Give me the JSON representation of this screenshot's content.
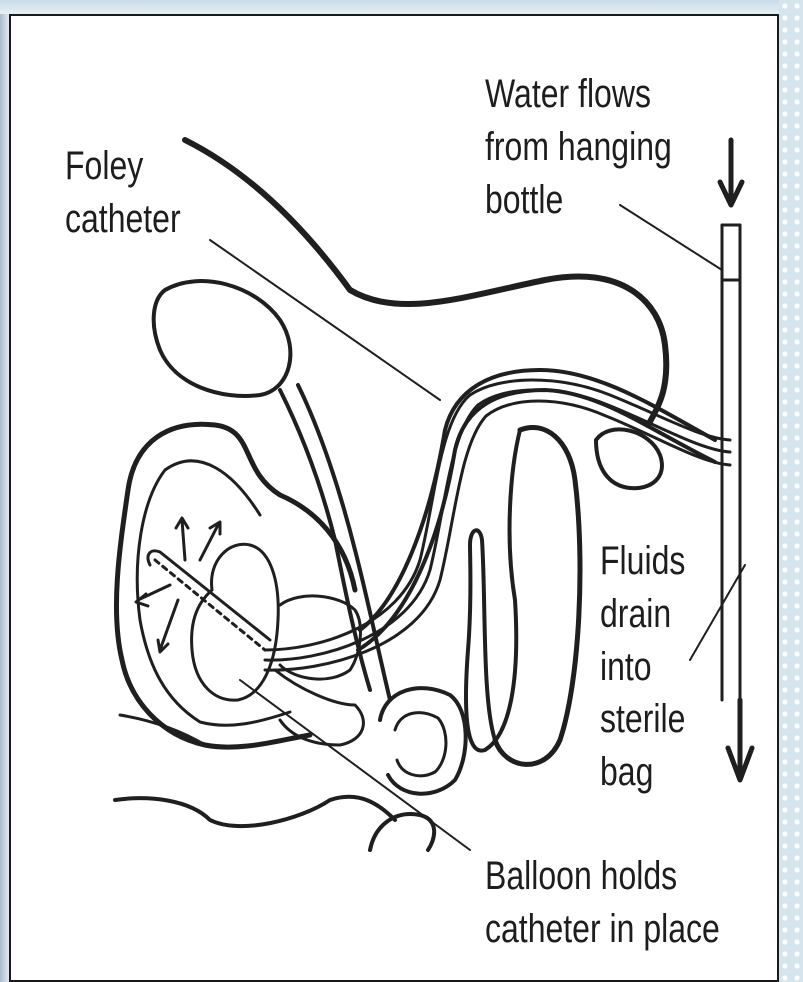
{
  "labels": {
    "water": [
      "Water flows",
      "from hanging",
      "bottle"
    ],
    "foley": [
      "Foley",
      "catheter"
    ],
    "fluids": [
      "Fluids",
      "drain",
      "into",
      "sterile",
      "bag"
    ],
    "balloon": [
      "Balloon holds",
      "catheter in place"
    ]
  }
}
